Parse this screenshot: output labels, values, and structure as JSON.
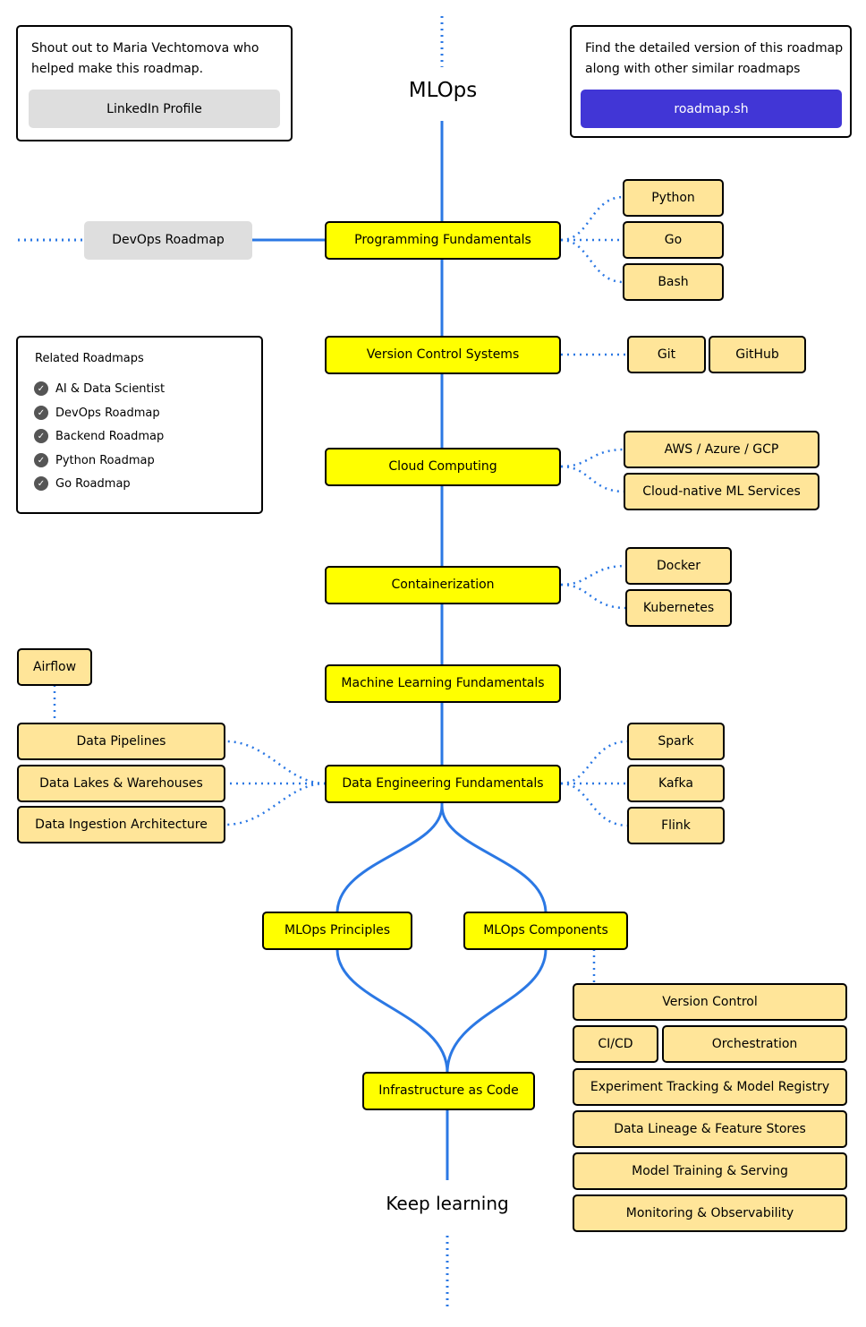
{
  "title": "MLOps",
  "footer": "Keep learning",
  "credit_panel": {
    "text_line1": "Shout out to Maria Vechtomova who",
    "text_line2": "helped make this roadmap.",
    "button": "LinkedIn Profile"
  },
  "detail_panel": {
    "text_line1": "Find the detailed version of this roadmap",
    "text_line2": "along with other similar roadmaps",
    "button": "roadmap.sh",
    "button_color": "#4136d6"
  },
  "related": {
    "heading": "Related Roadmaps",
    "items": [
      "AI & Data Scientist",
      "DevOps Roadmap",
      "Backend Roadmap",
      "Python Roadmap",
      "Go Roadmap"
    ]
  },
  "devops_link": "DevOps Roadmap",
  "topics": {
    "programming": "Programming Fundamentals",
    "vcs": "Version Control Systems",
    "cloud": "Cloud Computing",
    "containers": "Containerization",
    "ml": "Machine Learning Fundamentals",
    "data_eng": "Data Engineering Fundamentals",
    "principles": "MLOps Principles",
    "components": "MLOps Components",
    "iac": "Infrastructure as Code"
  },
  "subtopics": {
    "python": "Python",
    "go": "Go",
    "bash": "Bash",
    "git": "Git",
    "github": "GitHub",
    "aws": "AWS / Azure / GCP",
    "cloud_ml": "Cloud-native ML Services",
    "docker": "Docker",
    "kubernetes": "Kubernetes",
    "airflow": "Airflow",
    "pipelines": "Data Pipelines",
    "lakes": "Data Lakes & Warehouses",
    "ingestion": "Data Ingestion Architecture",
    "spark": "Spark",
    "kafka": "Kafka",
    "flink": "Flink",
    "version_control": "Version Control",
    "cicd": "CI/CD",
    "orchestration": "Orchestration",
    "experiment": "Experiment Tracking & Model Registry",
    "lineage": "Data Lineage & Feature Stores",
    "training": "Model Training & Serving",
    "monitoring": "Monitoring & Observability"
  },
  "colors": {
    "topic": "#ffff00",
    "subtopic": "#ffe599",
    "line": "#2b78e4"
  }
}
